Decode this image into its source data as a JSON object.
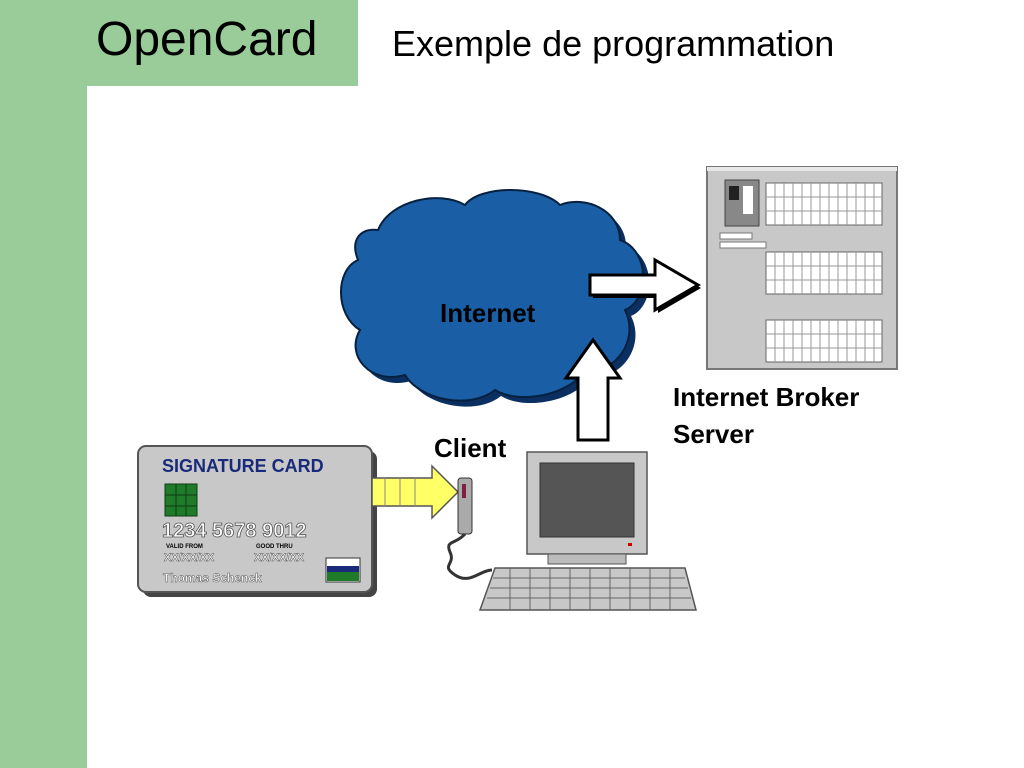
{
  "title": "OpenCard",
  "subtitle": "Exemple de programmation",
  "diagram": {
    "cloud_label": "Internet",
    "server_label_line1": "Internet Broker",
    "server_label_line2": "Server",
    "client_label": "Client",
    "card": {
      "title": "SIGNATURE CARD",
      "number": "1234  5678  9012",
      "valid_from_label": "VALID FROM",
      "good_thru_label": "GOOD THRU",
      "valid_from_value": "XX/XX/XX",
      "good_thru_value": "XX/XX/XX",
      "holder": "Thomas Schenck"
    }
  },
  "colors": {
    "green": "#99cc99",
    "cloud": "#1a5fa5",
    "card_title": "#1a2a7a",
    "arrow_yellow": "#ffff66",
    "chip": "#1f7a2a"
  }
}
